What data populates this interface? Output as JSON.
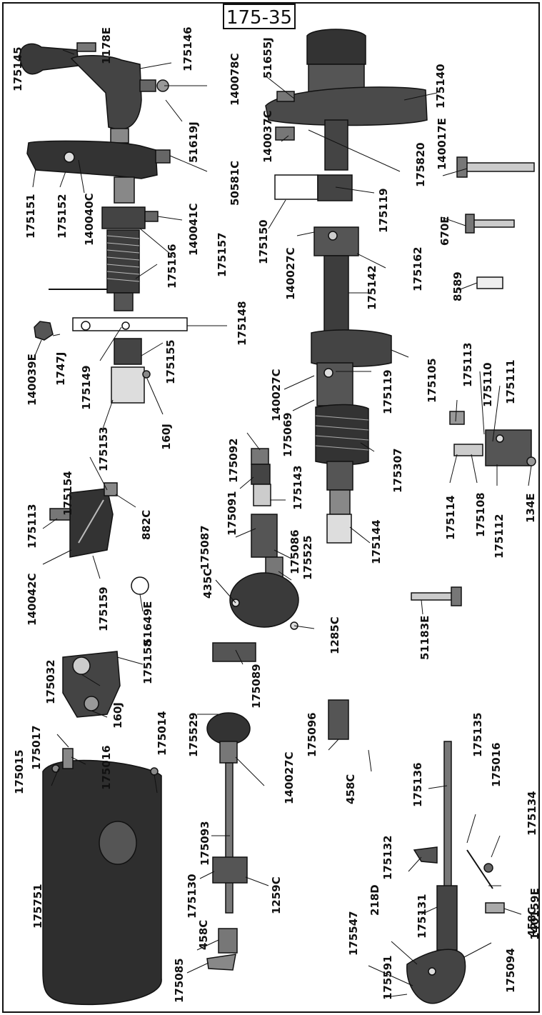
{
  "title": "175-35",
  "parts": {
    "p175145": "175145",
    "p1178E": "1178E",
    "p175146": "175146",
    "p140078C": "140078C",
    "p51619J": "51619J",
    "p50581C": "50581C",
    "p175151": "175151",
    "p175152": "175152",
    "p140040C": "140040C",
    "p140041C": "140041C",
    "p175156": "175156",
    "p175157": "175157",
    "p51655J": "51655J",
    "p175140": "175140",
    "p140037C": "140037C",
    "p175820": "175820",
    "p140017E": "140017E",
    "p175119a": "175119",
    "p175150": "175150",
    "p140027Ca": "140027C",
    "p175162": "175162",
    "p670E": "670E",
    "p175142": "175142",
    "p8589": "8589",
    "p175148": "175148",
    "p140039E": "140039E",
    "p1747J": "1747J",
    "p175149": "175149",
    "p175155": "175155",
    "p175153": "175153",
    "p160Ja": "160J",
    "p140027Cb": "140027C",
    "p175069": "175069",
    "p175119b": "175119",
    "p175105": "175105",
    "p175113a": "175113",
    "p175110": "175110",
    "p175111": "175111",
    "p175307": "175307",
    "p175092": "175092",
    "p175091": "175091",
    "p175087": "175087",
    "p175143": "175143",
    "p175086": "175086",
    "p175525": "175525",
    "p175144": "175144",
    "p435C": "435C",
    "p1285C": "1285C",
    "p175089": "175089",
    "p175114": "175114",
    "p175108": "175108",
    "p175112": "175112",
    "p134E": "134E",
    "p175154": "175154",
    "p175113b": "175113",
    "p882C": "882C",
    "p140042C": "140042C",
    "p175159": "175159",
    "p51649E": "51649E",
    "p51183E": "51183E",
    "p175158": "175158",
    "p175032": "175032",
    "p160Jb": "160J",
    "p175096": "175096",
    "p175017": "175017",
    "p175015": "175015",
    "p175016a": "175016",
    "p175014": "175014",
    "p175529": "175529",
    "p140027Cc": "140027C",
    "p458Ca": "458C",
    "p175136": "175136",
    "p175135": "175135",
    "p175016b": "175016",
    "p175093": "175093",
    "p175751": "175751",
    "p175130": "175130",
    "p1259C": "1259C",
    "p175132": "175132",
    "p175134": "175134",
    "p140159E": "140159E",
    "p175131": "175131",
    "p218D": "218D",
    "p175547": "175547",
    "p458Cb": "458C",
    "p175591": "175591",
    "p175094": "175094",
    "p175085": "175085",
    "p458Cc": "458C"
  }
}
